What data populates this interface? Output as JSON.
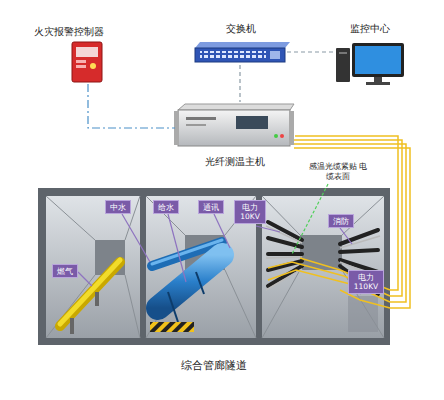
{
  "diagram": {
    "nodes": [
      {
        "text": [
          "火灾报警控制器"
        ]
      },
      {
        "text": [
          "交换机"
        ]
      },
      {
        "text": [
          "监控中心"
        ]
      },
      {
        "text": [
          "光纤测温主机"
        ]
      },
      {
        "text": [
          "综合管廊隧道"
        ]
      },
      {
        "text": [
          "燃气"
        ],
        "in": 4
      },
      {
        "text": [
          "中水"
        ],
        "in": 4
      },
      {
        "text": [
          "给水"
        ],
        "in": 4
      },
      {
        "text": [
          "通讯"
        ],
        "in": 4
      },
      {
        "text": [
          "电力 10KV"
        ],
        "in": 4
      },
      {
        "text": [
          "消防"
        ],
        "in": 4
      },
      {
        "text": [
          "电力 110KV"
        ],
        "in": 4
      }
    ],
    "edges": [
      {
        "from": 0,
        "to": 3,
        "arrow": "none"
      },
      {
        "from": 1,
        "to": 3,
        "arrow": "none"
      },
      {
        "from": 1,
        "to": 2,
        "arrow": "none"
      },
      {
        "from": 3,
        "to": 4,
        "arrow": "none"
      }
    ],
    "labels": [
      "感温光缆紧贴 电缆表面"
    ]
  }
}
